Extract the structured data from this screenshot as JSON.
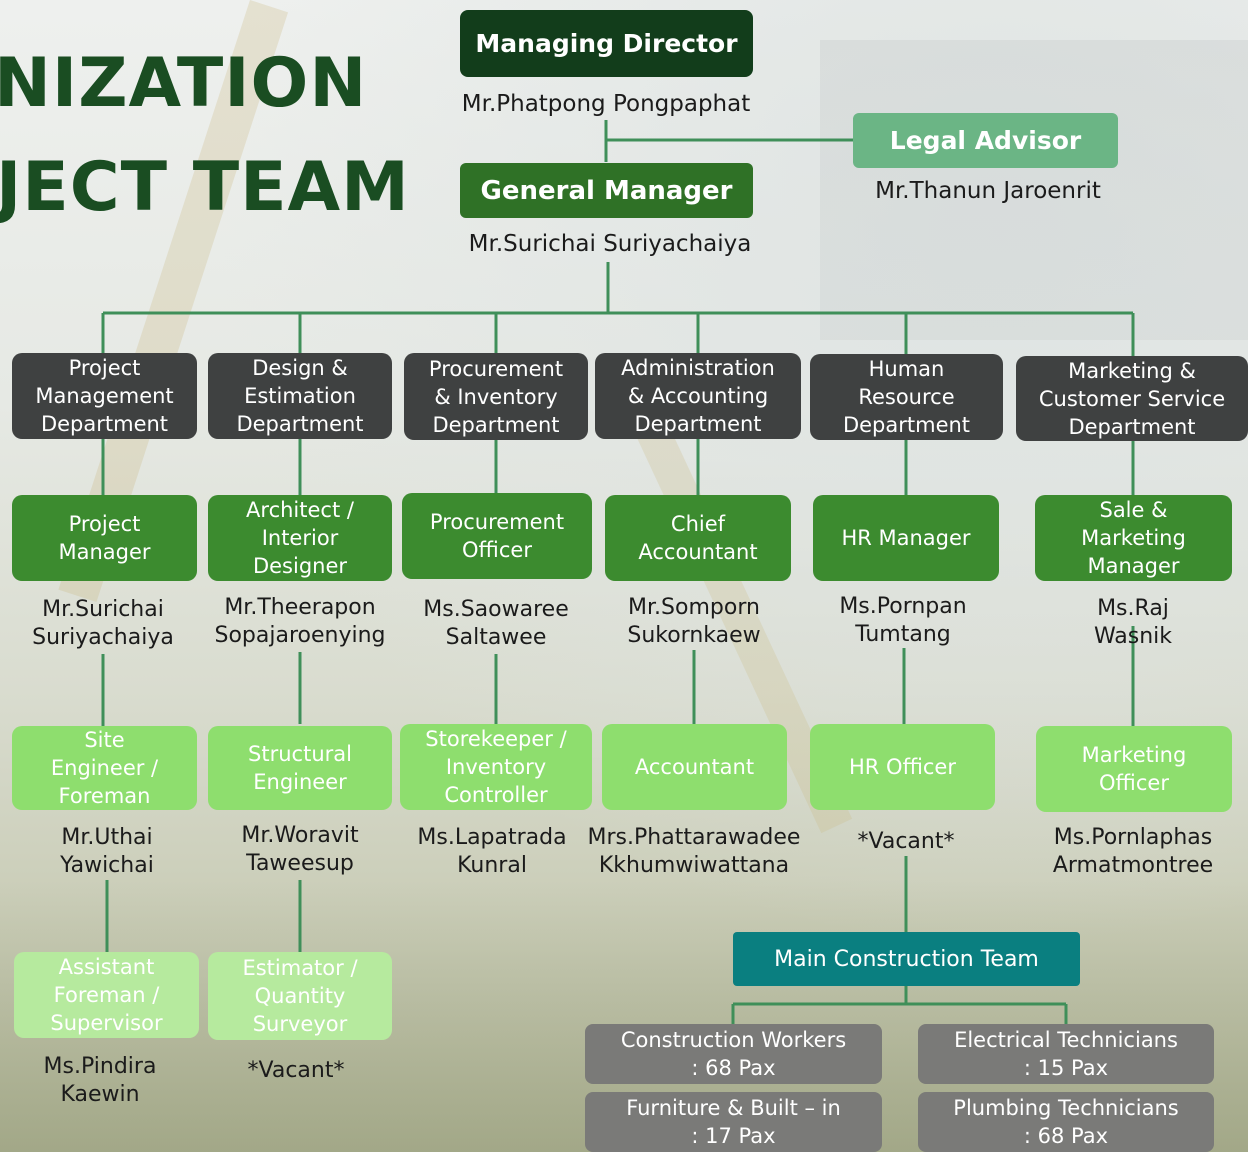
{
  "title": {
    "line1": "NIZATION",
    "line2": "JECT TEAM"
  },
  "top": {
    "managing_director": {
      "role": "Managing Director",
      "person": "Mr.Phatpong Pongpaphat"
    },
    "general_manager": {
      "role": "General Manager",
      "person": "Mr.Surichai Suriyachaiya"
    },
    "legal_advisor": {
      "role": "Legal Advisor",
      "person": "Mr.Thanun Jaroenrit"
    }
  },
  "departments": [
    {
      "name": "Project\nManagement\nDepartment",
      "lead": {
        "role": "Project\nManager",
        "person": "Mr.Surichai\nSuriyachaiya"
      },
      "sub": {
        "role": "Site\nEngineer /\nForeman",
        "person": "Mr.Uthai\nYawichai"
      },
      "sub2": {
        "role": "Assistant\nForeman /\nSupervisor",
        "person": "Ms.Pindira\nKaewin"
      }
    },
    {
      "name": "Design &\nEstimation\nDepartment",
      "lead": {
        "role": "Architect /\nInterior\nDesigner",
        "person": "Mr.Theerapon\nSopajaroenying"
      },
      "sub": {
        "role": "Structural\nEngineer",
        "person": "Mr.Woravit\nTaweesup"
      },
      "sub2": {
        "role": "Estimator /\nQuantity\nSurveyor",
        "person": "*Vacant*"
      }
    },
    {
      "name": "Procurement\n& Inventory\nDepartment",
      "lead": {
        "role": "Procurement\nOfficer",
        "person": "Ms.Saowaree\nSaltawee"
      },
      "sub": {
        "role": "Storekeeper /\nInventory\nController",
        "person": "Ms.Lapatrada\nKunral"
      }
    },
    {
      "name": "Administration\n& Accounting\nDepartment",
      "lead": {
        "role": "Chief\nAccountant",
        "person": "Mr.Somporn\nSukornkaew"
      },
      "sub": {
        "role": "Accountant",
        "person": "Mrs.Phattarawadee\nKkhumwiwattana"
      }
    },
    {
      "name": "Human\nResource\nDepartment",
      "lead": {
        "role": "HR Manager",
        "person": "Ms.Pornpan\nTumtang"
      },
      "sub": {
        "role": "HR Officer",
        "person": "*Vacant*"
      }
    },
    {
      "name": "Marketing &\nCustomer Service\nDepartment",
      "lead": {
        "role": "Sale &\nMarketing\nManager",
        "person": "Ms.Raj Wasnik"
      },
      "sub": {
        "role": "Marketing\nOfficer",
        "person": "Ms.Pornlaphas\nArmatmontree"
      }
    }
  ],
  "construction": {
    "team": "Main Construction Team",
    "crews": [
      {
        "label": "Construction Workers\n: 68 Pax"
      },
      {
        "label": "Electrical Technicians\n: 15 Pax"
      },
      {
        "label": "Furniture & Built – in\n: 17 Pax"
      },
      {
        "label": "Plumbing Technicians\n: 68 Pax"
      }
    ]
  },
  "colors": {
    "exec": "#123d1b",
    "gm": "#2f7126",
    "legal": "#6bb585",
    "dept": "#3f4141",
    "lead": "#3c8b2f",
    "sub": "#8ede6e",
    "sub2": "#b6ea9e",
    "team": "#0a7f80",
    "crew": "#7a7a78",
    "connector": "#3f8f59"
  }
}
